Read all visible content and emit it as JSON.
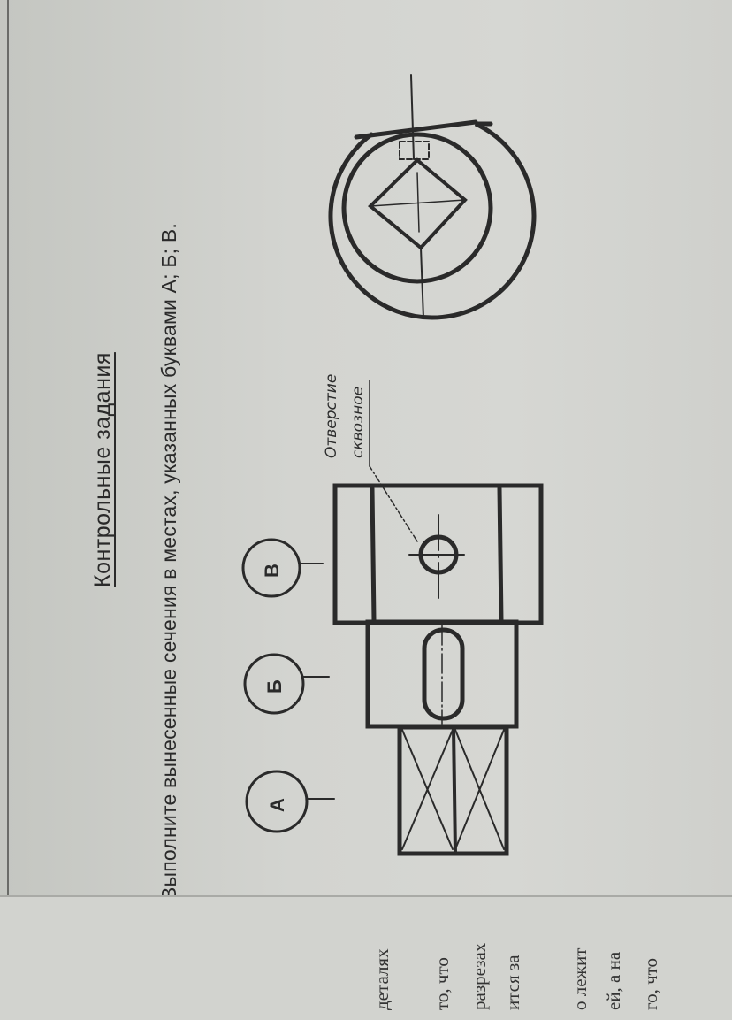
{
  "page": {
    "section_title": "Контрольные задания",
    "task_text": "Выполните вынесенные сечения в местах, указанных буквами А; Б; В.",
    "drawing": {
      "section_labels": [
        "А",
        "Б",
        "В"
      ],
      "annotation_line1": "Отверстие",
      "annotation_line2": "сквозное"
    },
    "colors": {
      "ink": "#2a2a2a",
      "paper": "#d3d4d0"
    }
  },
  "previous_page": {
    "fragments": [
      "деталях",
      "то, что",
      "разрезах",
      "ится за",
      "о лежит",
      "ей, а на",
      "го, что"
    ]
  }
}
